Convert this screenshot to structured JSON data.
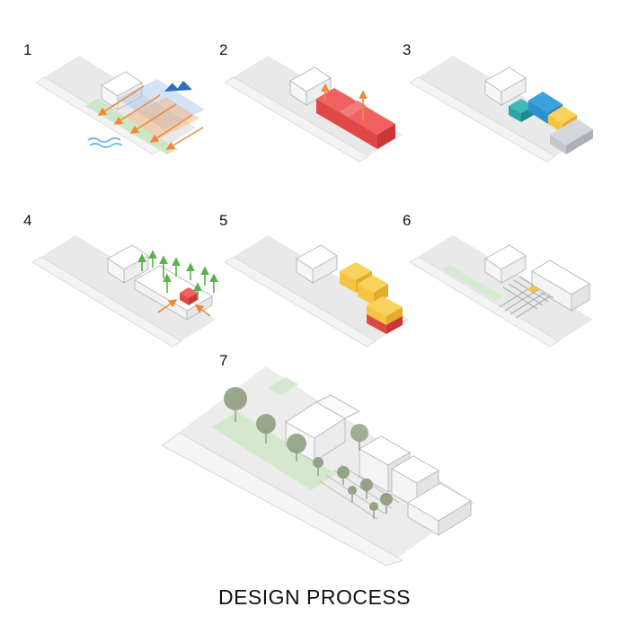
{
  "steps": [
    {
      "label": "1"
    },
    {
      "label": "2"
    },
    {
      "label": "3"
    },
    {
      "label": "4"
    },
    {
      "label": "5"
    },
    {
      "label": "6"
    },
    {
      "label": "7"
    }
  ],
  "caption": "DESIGN PROCESS",
  "colors": {
    "site": "#e6e6e6",
    "site_edge": "#cfcfcf",
    "red": "#ef4b4b",
    "red_dark": "#c93636",
    "teal": "#2aa6a6",
    "blue": "#2c8fcf",
    "yellow": "#f5c542",
    "orange": "#f3a33a",
    "grey_block": "#b9bec4",
    "wind": "#7fb0e0",
    "sun": "#f08a3a",
    "green_arrow": "#57b34a",
    "tree": "#8a9a7a"
  }
}
